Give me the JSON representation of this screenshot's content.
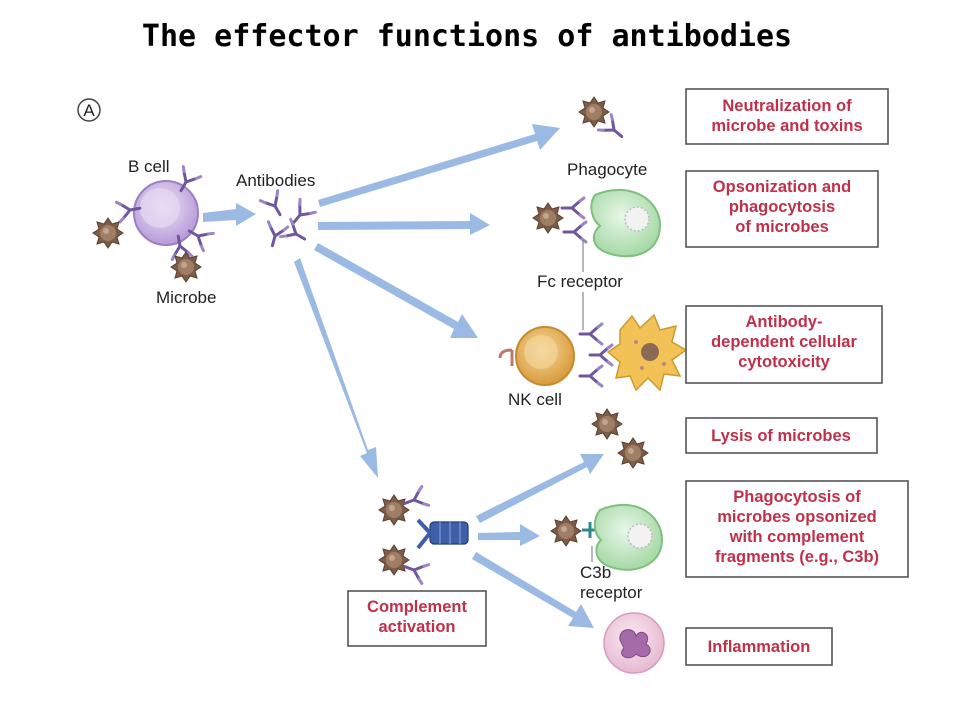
{
  "title": "The effector functions of antibodies",
  "panel_label": "A",
  "labels": {
    "b_cell": "B cell",
    "antibodies": "Antibodies",
    "microbe": "Microbe",
    "phagocyte": "Phagocyte",
    "fc_receptor": "Fc receptor",
    "nk_cell": "NK cell",
    "c3b_receptor_1": "C3b",
    "c3b_receptor_2": "receptor"
  },
  "boxes": {
    "neutralization": [
      "Neutralization of",
      "microbe and toxins"
    ],
    "opsonization": [
      "Opsonization and",
      "phagocytosis",
      "of microbes"
    ],
    "adcc": [
      "Antibody-",
      "dependent cellular",
      "cytotoxicity"
    ],
    "lysis": [
      "Lysis of microbes"
    ],
    "phagocytosis_complement": [
      "Phagocytosis of",
      "microbes opsonized",
      "with complement",
      "fragments (e.g., C3b)"
    ],
    "inflammation": [
      "Inflammation"
    ],
    "complement": [
      "Complement",
      "activation"
    ]
  },
  "colors": {
    "box_text": "#c0304a",
    "arrow": "#8fb3e0",
    "b_cell": "#c9b3e3",
    "phagocyte": "#b9e3b9",
    "nk_cell": "#e8b75c",
    "microbe": "#8a6a55",
    "antibody": "#7a5fa8"
  }
}
